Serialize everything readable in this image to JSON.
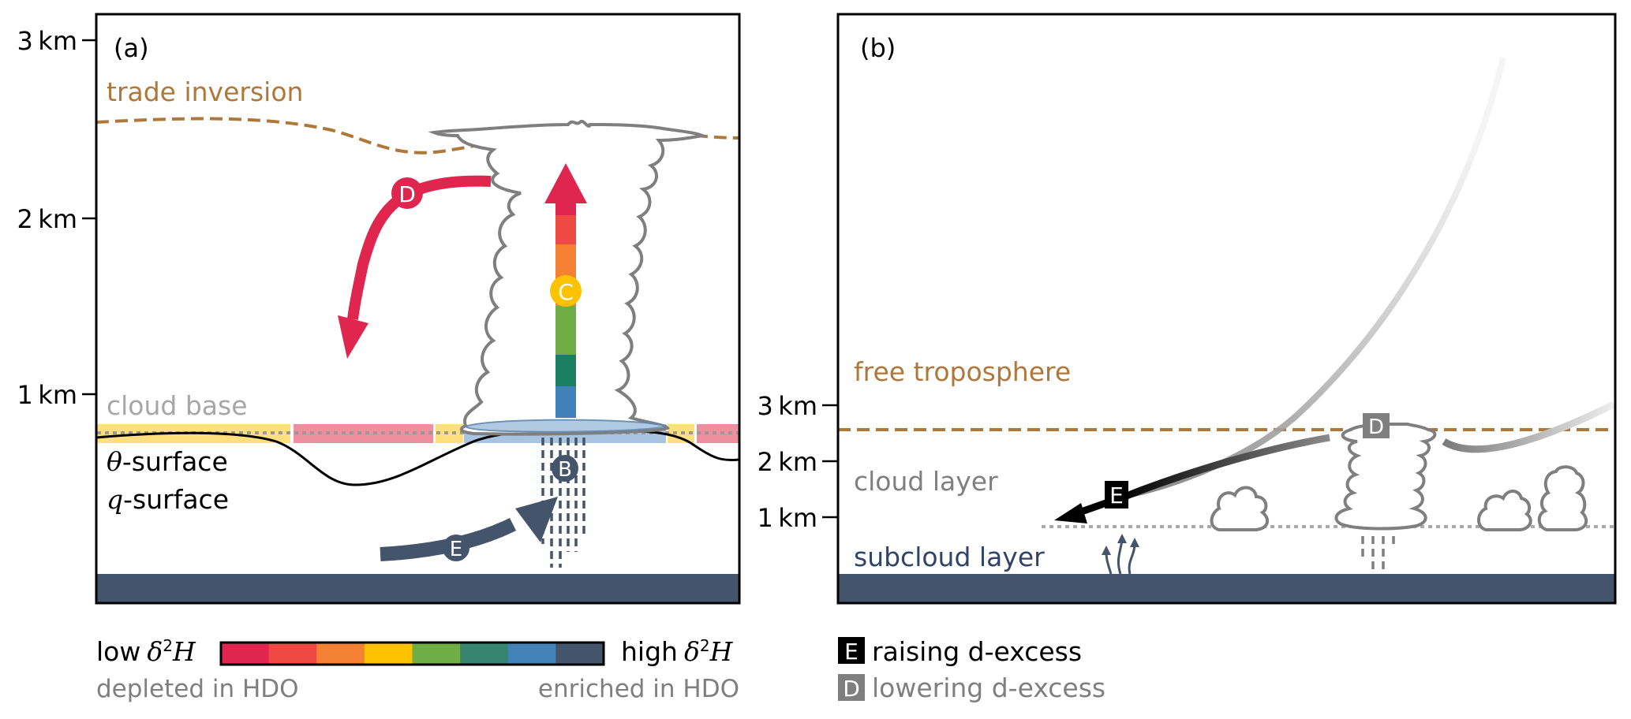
{
  "colors": {
    "ground": "#44546a",
    "inversion": "#b0773a",
    "cloud_outline": "#7f7f7f",
    "cloud_base_text": "#a6a6a6",
    "subcloud_text": "#2f4466",
    "arrow_D": "#e0264f",
    "arrow_E": "#44546a",
    "band_yellow": "#ffdf80",
    "band_pink": "#ee8fa0",
    "band_blue": "#a9c4e0",
    "gray_text": "#7f7f7f"
  },
  "panel_a": {
    "label": "(a)",
    "axis_ticks": [
      "3 km",
      "2 km",
      "1 km"
    ],
    "trade_inversion_label": "trade inversion",
    "cloud_base_label": "cloud base",
    "theta_surface_symbol": "θ",
    "theta_surface_label": "-surface",
    "q_surface_symbol": "q",
    "q_surface_label": "-surface",
    "markers": {
      "B": "B",
      "C": "C",
      "D": "D",
      "E": "E"
    },
    "updraft_gradient_colors": [
      "#e0264f",
      "#ee4a43",
      "#f58234",
      "#f4be00",
      "#71ad47",
      "#1b8060",
      "#4180b9"
    ]
  },
  "panel_b": {
    "label": "(b)",
    "axis_ticks": [
      "3 km",
      "2 km",
      "1 km"
    ],
    "free_troposphere_label": "free troposphere",
    "cloud_layer_label": "cloud layer",
    "subcloud_layer_label": "subcloud layer",
    "markers": {
      "E": "E",
      "D": "D"
    }
  },
  "legend_scale": {
    "low_label": "low",
    "high_label": "high",
    "delta_symbol": "δ",
    "superscript": "2",
    "isotope": "H",
    "depleted_label": "depleted in HDO",
    "enriched_label": "enriched in HDO",
    "colors": [
      "#e0264f",
      "#ee4a43",
      "#f58234",
      "#fec200",
      "#71ad47",
      "#368571",
      "#4282b8",
      "#44546a"
    ]
  },
  "legend_dexcess": {
    "E_symbol": "E",
    "E_label": "raising d-excess",
    "D_symbol": "D",
    "D_label": "lowering d-excess"
  }
}
